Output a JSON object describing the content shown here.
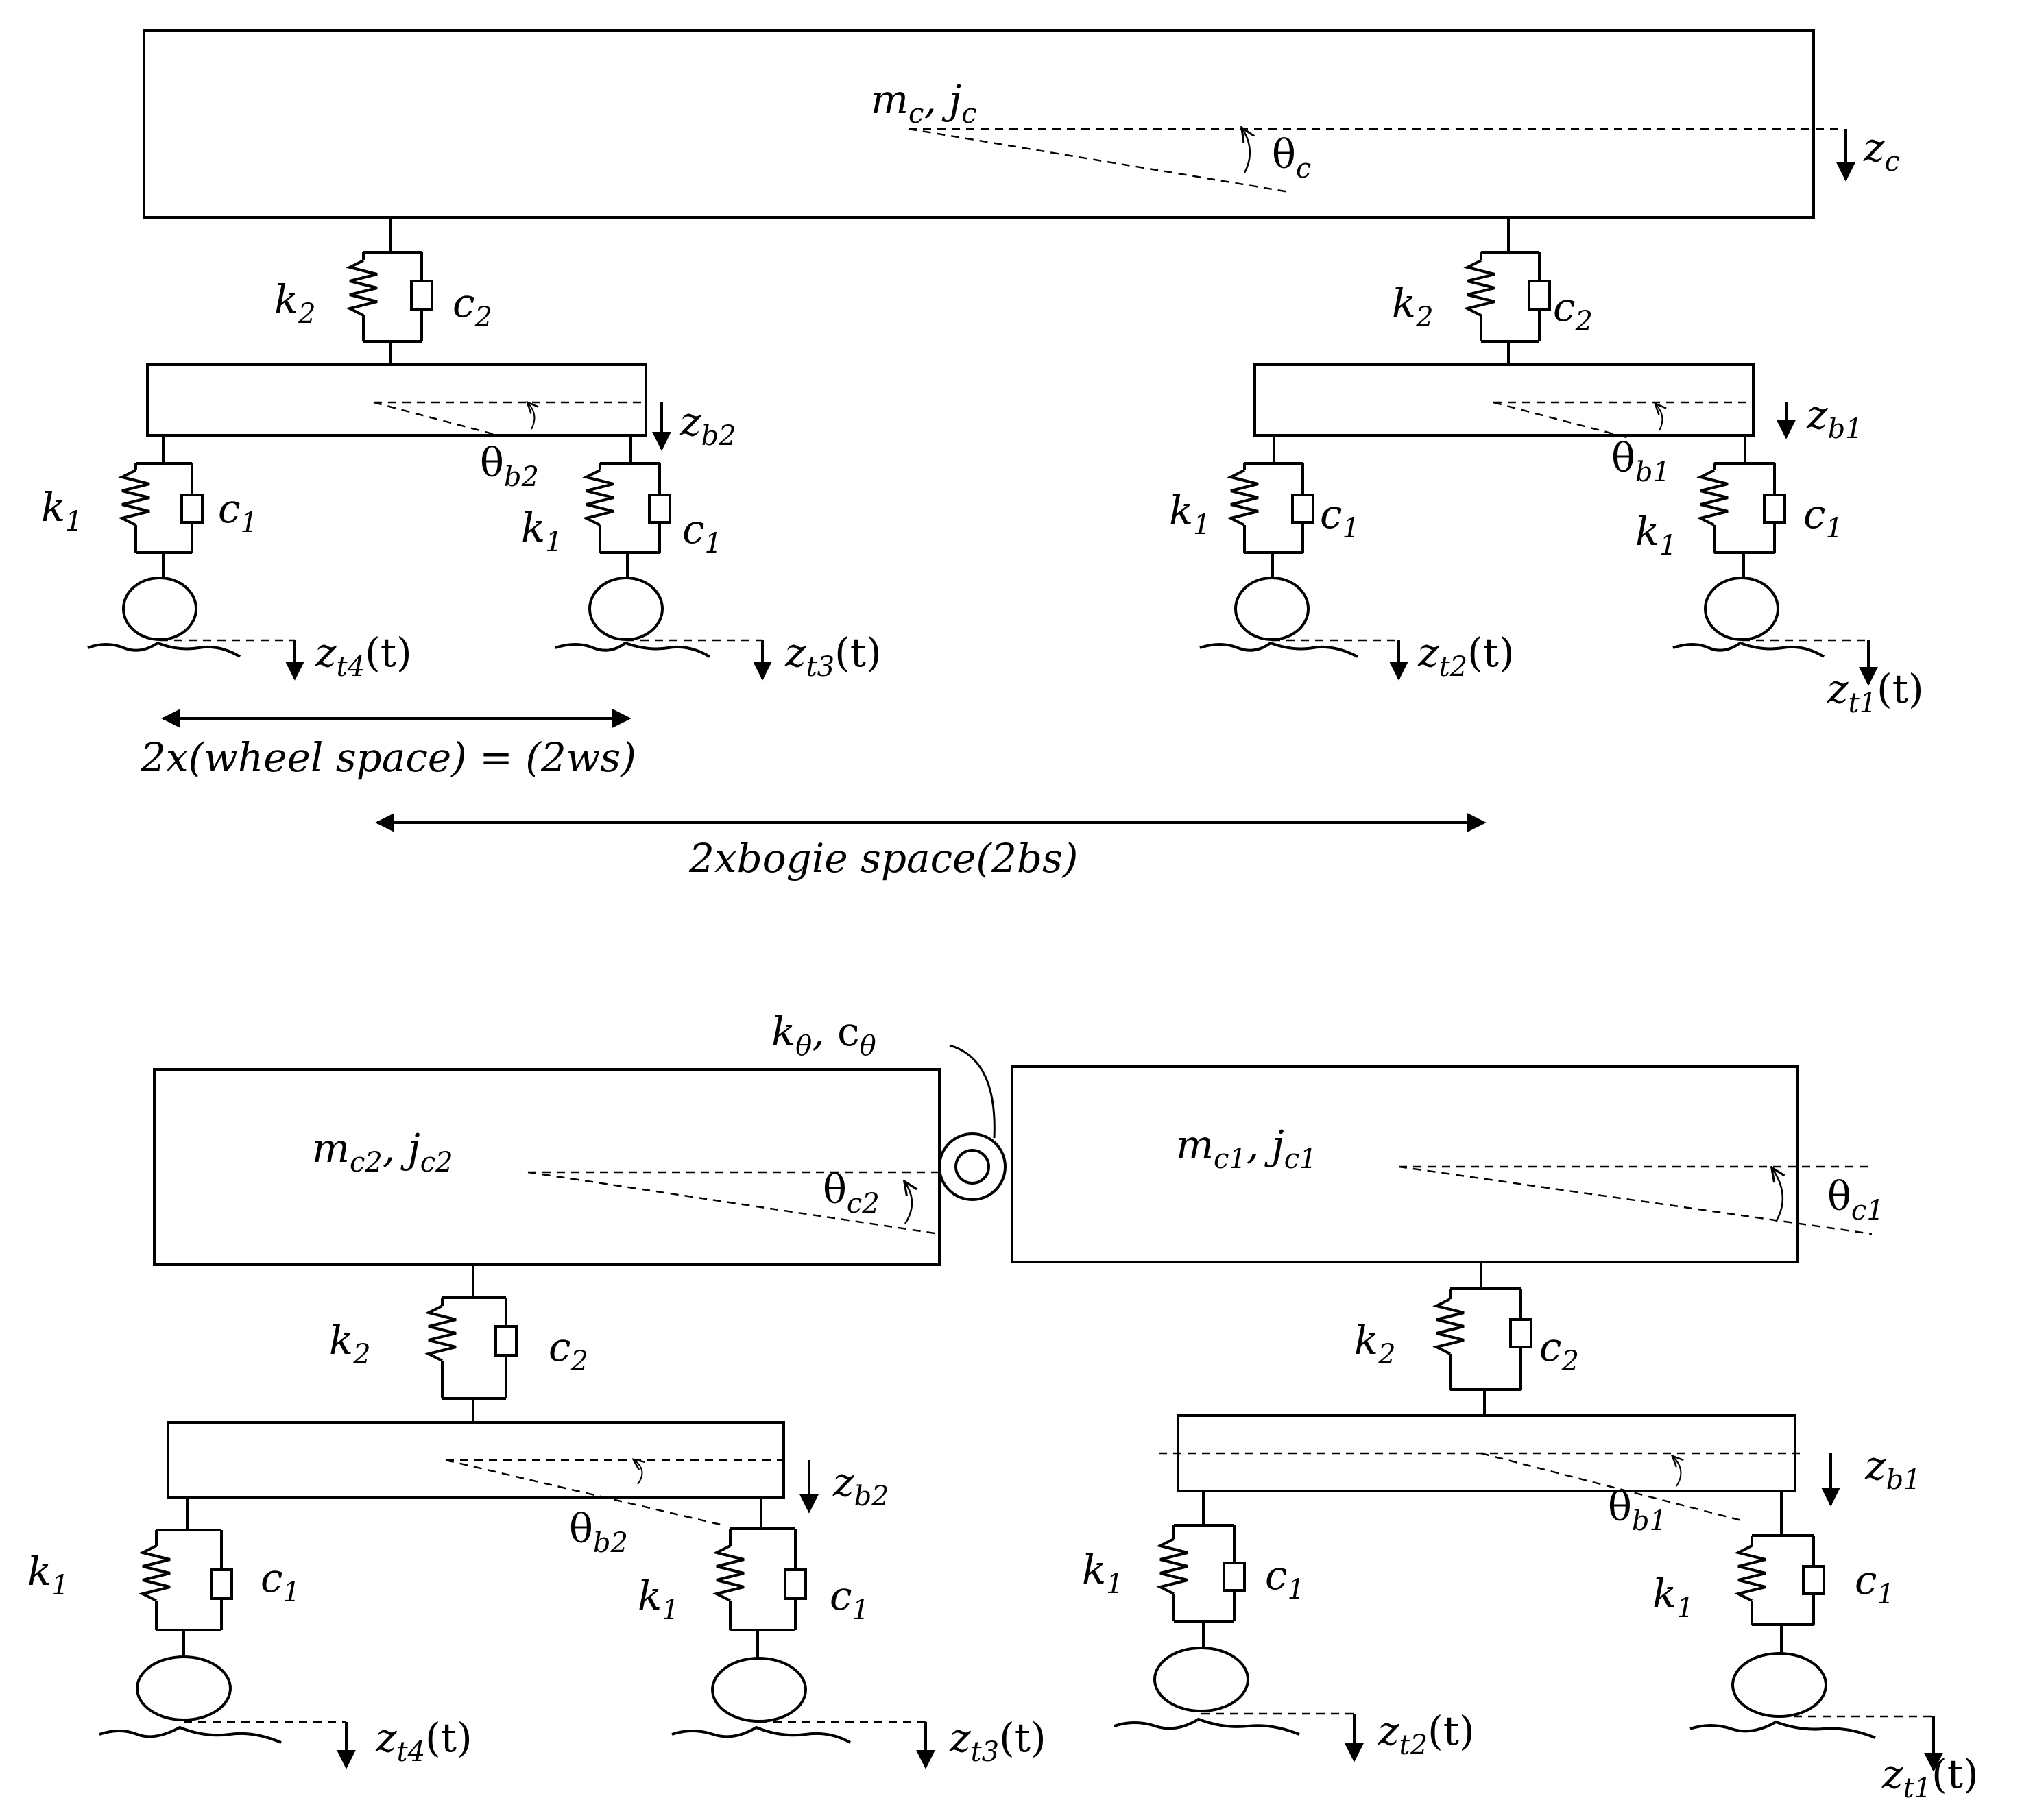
{
  "top": {
    "car": {
      "mass": "m",
      "mass_sub": "c",
      "inertia": "j",
      "inertia_sub": "c",
      "theta": "θ",
      "theta_sub": "c",
      "z": "z",
      "z_sub": "c"
    },
    "bogie2": {
      "k2": "k",
      "k2_sub": "2",
      "c2": "c",
      "c2_sub": "2",
      "z": "z",
      "z_sub": "b2",
      "theta": "θ",
      "theta_sub": "b2"
    },
    "bogie1": {
      "k2": "k",
      "k2_sub": "2",
      "c2": "c",
      "c2_sub": "2",
      "z": "z",
      "z_sub": "b1",
      "theta": "θ",
      "theta_sub": "b1"
    },
    "wheel4": {
      "k1": "k",
      "k1_sub": "1",
      "c1": "c",
      "c1_sub": "1",
      "z": "z",
      "z_sub": "t4",
      "t": "(t)"
    },
    "wheel3": {
      "k1": "k",
      "k1_sub": "1",
      "c1": "c",
      "c1_sub": "1",
      "z": "z",
      "z_sub": "t3",
      "t": "(t)"
    },
    "wheel2": {
      "k1": "k",
      "k1_sub": "1",
      "c1": "c",
      "c1_sub": "1",
      "z": "z",
      "z_sub": "t2",
      "t": "(t)"
    },
    "wheel1": {
      "k1": "k",
      "k1_sub": "1",
      "c1": "c",
      "c1_sub": "1",
      "z": "z",
      "z_sub": "t1",
      "t": "(t)"
    },
    "wheel_space": "2x(wheel space) = (2ws)",
    "bogie_space": "2xbogie space(2bs)"
  },
  "bottom": {
    "joint": {
      "k": "k",
      "k_sub": "θ",
      "c": "c",
      "c_sub": "θ",
      "sep": ","
    },
    "car2": {
      "mass": "m",
      "mass_sub": "c2",
      "inertia": "j",
      "inertia_sub": "c2",
      "sep": ",",
      "theta": "θ",
      "theta_sub": "c2"
    },
    "car1": {
      "mass": "m",
      "mass_sub": "c1",
      "inertia": "j",
      "inertia_sub": "c1",
      "sep": ",",
      "theta": "θ",
      "theta_sub": "c1"
    },
    "bogie2": {
      "k2": "k",
      "k2_sub": "2",
      "c2": "c",
      "c2_sub": "2",
      "z": "z",
      "z_sub": "b2",
      "theta": "θ",
      "theta_sub": "b2"
    },
    "bogie1": {
      "k2": "k",
      "k2_sub": "2",
      "c2": "c",
      "c2_sub": "2",
      "z": "z",
      "z_sub": "b1",
      "theta": "θ",
      "theta_sub": "b1"
    },
    "wheel4": {
      "k1": "k",
      "k1_sub": "1",
      "c1": "c",
      "c1_sub": "1",
      "z": "z",
      "z_sub": "t4",
      "t": "(t)"
    },
    "wheel3": {
      "k1": "k",
      "k1_sub": "1",
      "c1": "c",
      "c1_sub": "1",
      "z": "z",
      "z_sub": "t3",
      "t": "(t)"
    },
    "wheel2": {
      "k1": "k",
      "k1_sub": "1",
      "c1": "c",
      "c1_sub": "1",
      "z": "z",
      "z_sub": "t2",
      "t": "(t)"
    },
    "wheel1": {
      "k1": "k",
      "k1_sub": "1",
      "c1": "c",
      "c1_sub": "1",
      "z": "z",
      "z_sub": "t1",
      "t": "(t)"
    }
  }
}
